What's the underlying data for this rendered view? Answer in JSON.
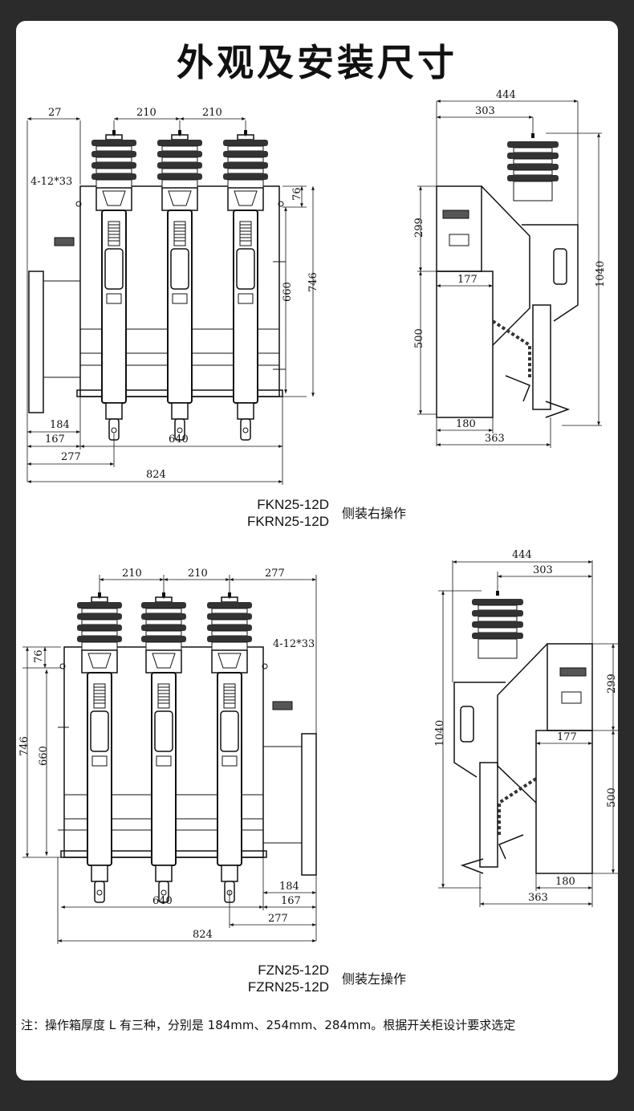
{
  "title": "外观及安装尺寸",
  "top_section": {
    "models": [
      "FKN25-12D",
      "FKRN25-12D"
    ],
    "description": "侧装右操作",
    "front_dims": {
      "d27": "27",
      "d210a": "210",
      "d210b": "210",
      "hole": "4-12*33",
      "d76": "76",
      "d660": "660",
      "d746": "746",
      "d184": "184",
      "d167": "167",
      "d640": "640",
      "d277": "277",
      "d824": "824"
    },
    "side_dims": {
      "d444": "444",
      "d303": "303",
      "d299": "299",
      "d177": "177",
      "d1040": "1040",
      "d500": "500",
      "d180": "180",
      "d363": "363"
    }
  },
  "bottom_section": {
    "models": [
      "FZN25-12D",
      "FZRN25-12D"
    ],
    "description": "侧装左操作",
    "front_dims": {
      "d210a": "210",
      "d210b": "210",
      "d277top": "277",
      "hole": "4-12*33",
      "d76": "76",
      "d746": "746",
      "d660": "660",
      "d184": "184",
      "d640": "640",
      "d167": "167",
      "d277": "277",
      "d824": "824"
    },
    "side_dims": {
      "d444": "444",
      "d303": "303",
      "d299": "299",
      "d1040": "1040",
      "d177": "177",
      "d500": "500",
      "d180": "180",
      "d363": "363"
    }
  },
  "note": "注：操作箱厚度 L 有三种，分别是 184mm、254mm、284mm。根据开关柜设计要求选定"
}
